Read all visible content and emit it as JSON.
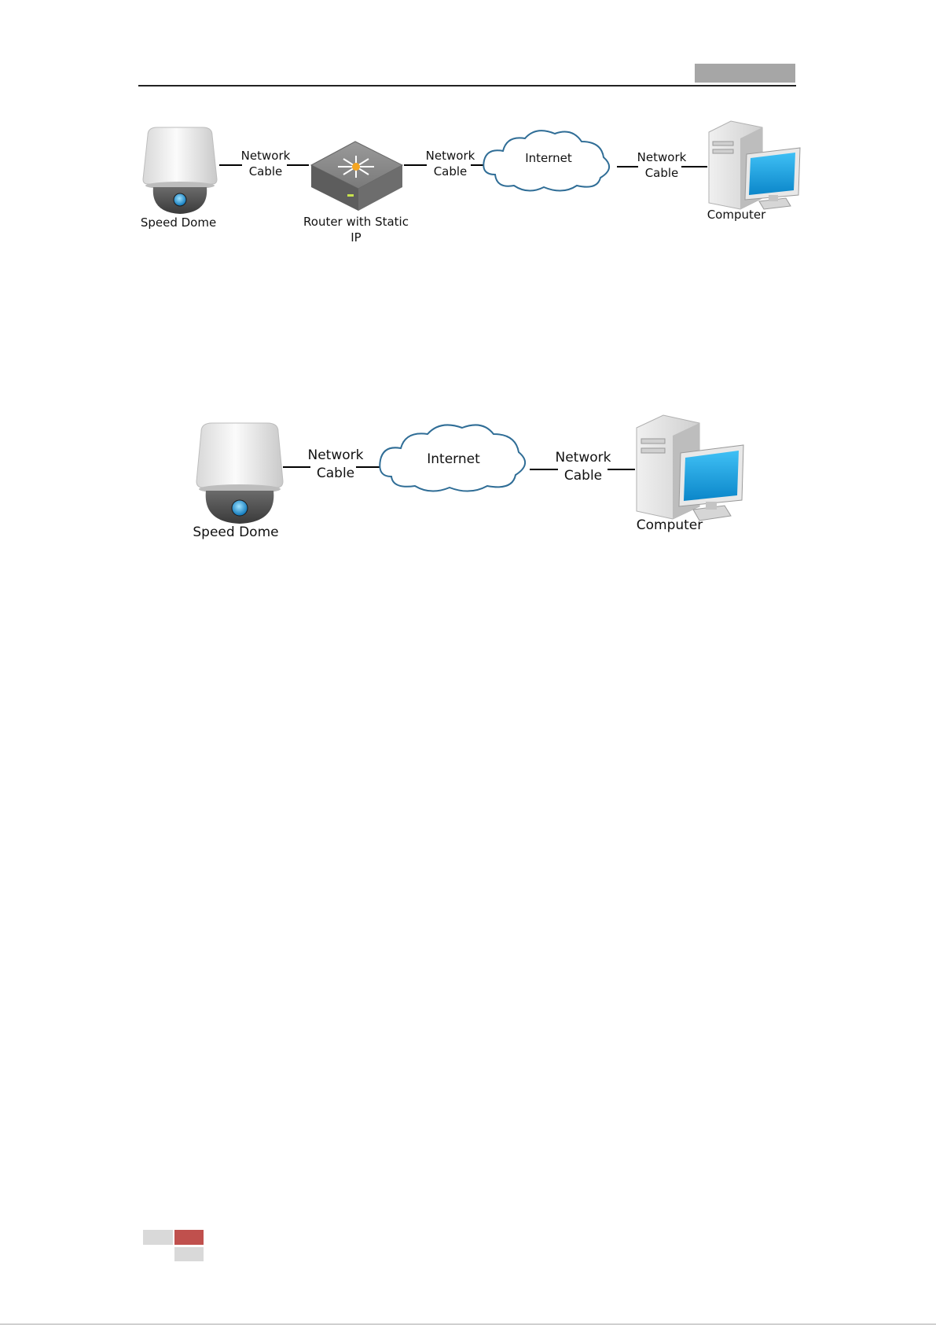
{
  "diagram_top": {
    "speed_dome": "Speed Dome",
    "cable_1": "Network\nCable",
    "router": "Router with Static IP",
    "cable_2": "Network\nCable",
    "internet": "Internet",
    "cable_3": "Network\nCable",
    "computer": "Computer"
  },
  "diagram_bottom": {
    "speed_dome": "Speed Dome",
    "cable_1": "Network\nCable",
    "internet": "Internet",
    "cable_2": "Network\nCable",
    "computer": "Computer"
  },
  "colors": {
    "header_tab": "#a6a6a6",
    "footer_red": "#c0504d",
    "footer_grey": "#d9d9d9",
    "screen_blue": "#1aa3e0"
  }
}
